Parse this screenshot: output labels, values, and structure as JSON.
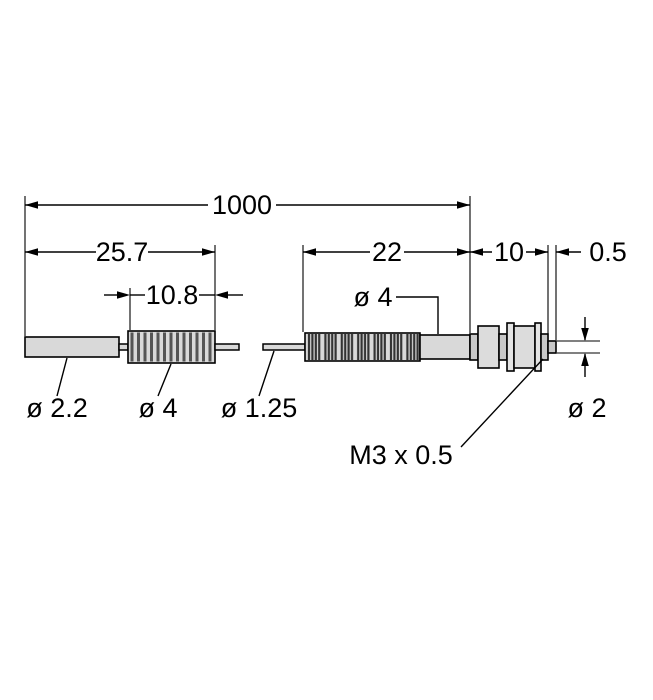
{
  "drawing": {
    "dimensions": {
      "overall_length": "1000",
      "left_assembly_length": "25.7",
      "knurl_length": "10.8",
      "flex_section_length": "22",
      "thread_length": "10",
      "tip_length": "0.5",
      "flex_sleeve_diameter": "ø 4",
      "ferrule_diameter": "ø 2.2",
      "knurl_diameter": "ø 4",
      "fiber_diameter": "ø 1.25",
      "tip_diameter": "ø 2",
      "thread_spec": "M3 x 0.5"
    },
    "colors": {
      "line": "#000000",
      "metal_fill": "#d9d9d9",
      "background": "#ffffff"
    }
  }
}
